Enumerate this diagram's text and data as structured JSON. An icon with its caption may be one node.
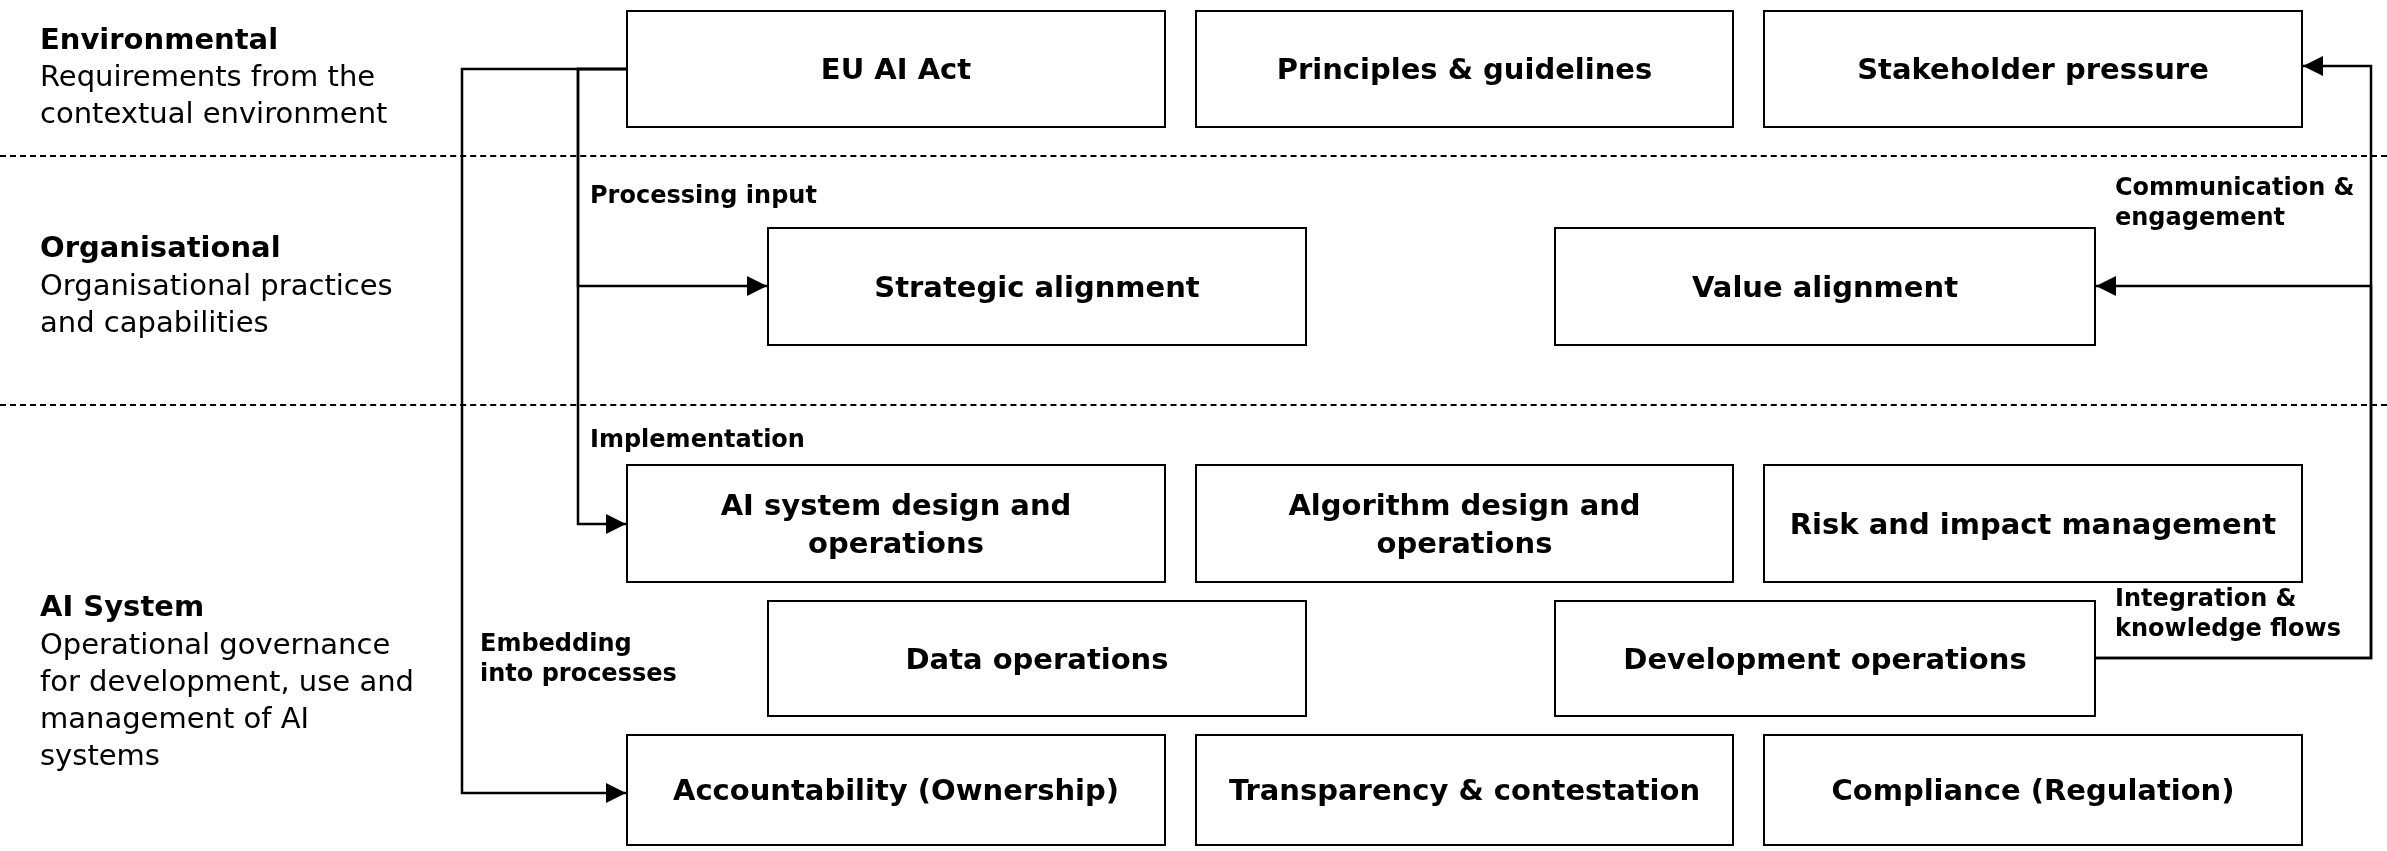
{
  "diagram": {
    "nodes": [
      {
        "text": [
          "Environmental",
          "Requirements from the contextual environment"
        ]
      },
      {
        "text": [
          "EU AI Act"
        ],
        "in": 0
      },
      {
        "text": [
          "Principles & guidelines"
        ],
        "in": 0
      },
      {
        "text": [
          "Stakeholder pressure"
        ],
        "in": 0
      },
      {
        "text": [
          "Organisational",
          "Organisational practices and capabilities"
        ]
      },
      {
        "text": [
          "Strategic alignment"
        ],
        "in": 4
      },
      {
        "text": [
          "Value alignment"
        ],
        "in": 4
      },
      {
        "text": [
          "AI System",
          "Operational governance for development, use and management of AI systems"
        ]
      },
      {
        "text": [
          "AI system design and operations"
        ],
        "in": 7
      },
      {
        "text": [
          "Algorithm design and operations"
        ],
        "in": 7
      },
      {
        "text": [
          "Risk and impact management"
        ],
        "in": 7
      },
      {
        "text": [
          "Data operations"
        ],
        "in": 7
      },
      {
        "text": [
          "Development operations"
        ],
        "in": 7
      },
      {
        "text": [
          "Accountability (Ownership)"
        ],
        "in": 7
      },
      {
        "text": [
          "Transparency & contestation"
        ],
        "in": 7
      },
      {
        "text": [
          "Compliance (Regulation)"
        ],
        "in": 7
      }
    ],
    "edges": [
      {
        "from": 1,
        "to": 5,
        "arrow": "to",
        "label": "Processing input"
      },
      {
        "from": 1,
        "to": 8,
        "arrow": "to",
        "label": "Implementation"
      },
      {
        "from": 1,
        "to": 13,
        "arrow": "to",
        "label": "Embedding into processes"
      },
      {
        "from": 12,
        "to": 6,
        "arrow": "to",
        "label": "Integration & knowledge flows"
      },
      {
        "from": 12,
        "to": 3,
        "arrow": "to",
        "label": "Communication & engagement"
      }
    ]
  }
}
